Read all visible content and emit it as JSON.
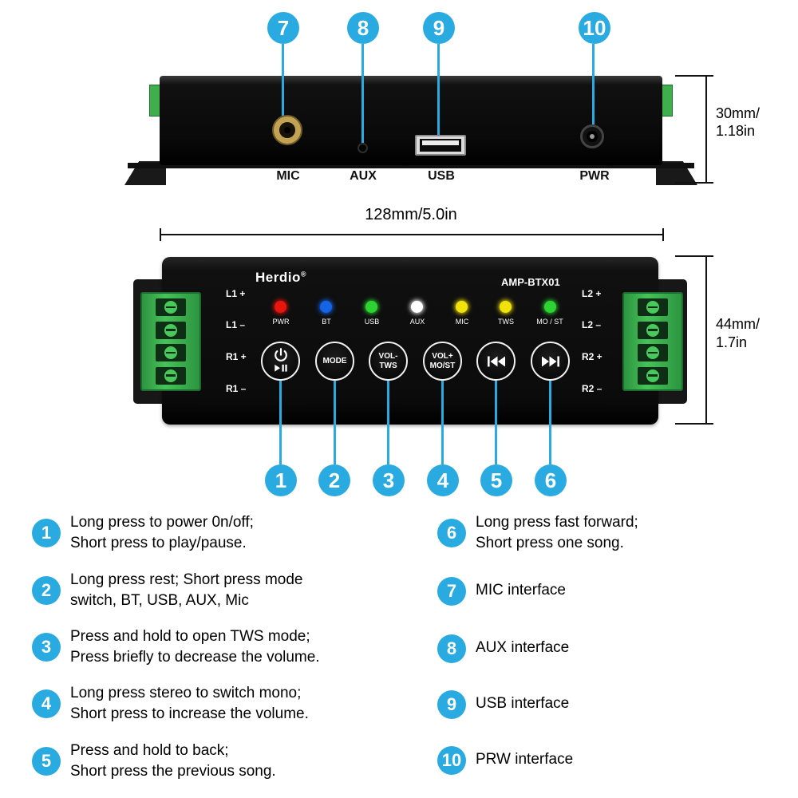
{
  "colors": {
    "callout_blue": "#29abe2",
    "chassis_black": "#0d0d0d",
    "terminal_green": "#3fae4d"
  },
  "top_view": {
    "callouts": [
      {
        "num": "7"
      },
      {
        "num": "8"
      },
      {
        "num": "9"
      },
      {
        "num": "10"
      }
    ],
    "ports": [
      {
        "label": "MIC"
      },
      {
        "label": "AUX"
      },
      {
        "label": "USB"
      },
      {
        "label": "PWR"
      }
    ],
    "height_dim": {
      "line1": "30mm/",
      "line2": "1.18in"
    }
  },
  "front_view": {
    "width_dim": "128mm/5.0in",
    "height_dim": {
      "line1": "44mm/",
      "line2": "1.7in"
    },
    "brand": "Herdio",
    "reg_mark": "®",
    "model": "AMP-BTX01",
    "leds": [
      {
        "label": "PWR",
        "color": "#e8150d"
      },
      {
        "label": "BT",
        "color": "#1464e8"
      },
      {
        "label": "USB",
        "color": "#2dd431"
      },
      {
        "label": "AUX",
        "color": "#ffffff"
      },
      {
        "label": "MIC",
        "color": "#f2e20c"
      },
      {
        "label": "TWS",
        "color": "#f2e20c"
      },
      {
        "label": "MO / ST",
        "color": "#2dd431"
      }
    ],
    "buttons": [
      {
        "name": "power-play-pause"
      },
      {
        "name": "mode",
        "line1": "MODE"
      },
      {
        "name": "vol-minus-tws",
        "line1": "VOL-",
        "line2": "TWS"
      },
      {
        "name": "vol-plus-mo-st",
        "line1": "VOL+",
        "line2": "MO/ST"
      },
      {
        "name": "previous-track"
      },
      {
        "name": "next-track"
      }
    ],
    "left_terminal_labels": [
      "L1 +",
      "L1 –",
      "R1 +",
      "R1 –"
    ],
    "right_terminal_labels": [
      "L2 +",
      "L2 –",
      "R2 +",
      "R2 –"
    ],
    "callouts": [
      {
        "num": "1"
      },
      {
        "num": "2"
      },
      {
        "num": "3"
      },
      {
        "num": "4"
      },
      {
        "num": "5"
      },
      {
        "num": "6"
      }
    ]
  },
  "instructions": {
    "left": [
      {
        "num": "1",
        "lines": [
          "Long press to power 0n/off;",
          "Short press to play/pause."
        ]
      },
      {
        "num": "2",
        "lines": [
          "Long press rest; Short press mode",
          "switch, BT, USB, AUX, Mic"
        ]
      },
      {
        "num": "3",
        "lines": [
          "Press and hold to open TWS mode;",
          "Press briefly to decrease the volume."
        ]
      },
      {
        "num": "4",
        "lines": [
          "Long press stereo to switch mono;",
          "Short press to increase the volume."
        ]
      },
      {
        "num": "5",
        "lines": [
          "Press and hold to back;",
          "Short press the previous song."
        ]
      }
    ],
    "right": [
      {
        "num": "6",
        "lines": [
          "Long press fast forward;",
          "Short press one song."
        ]
      },
      {
        "num": "7",
        "lines": [
          "MIC interface"
        ]
      },
      {
        "num": "8",
        "lines": [
          "AUX interface"
        ]
      },
      {
        "num": "9",
        "lines": [
          "USB interface"
        ]
      },
      {
        "num": "10",
        "lines": [
          "PRW interface"
        ]
      }
    ]
  }
}
